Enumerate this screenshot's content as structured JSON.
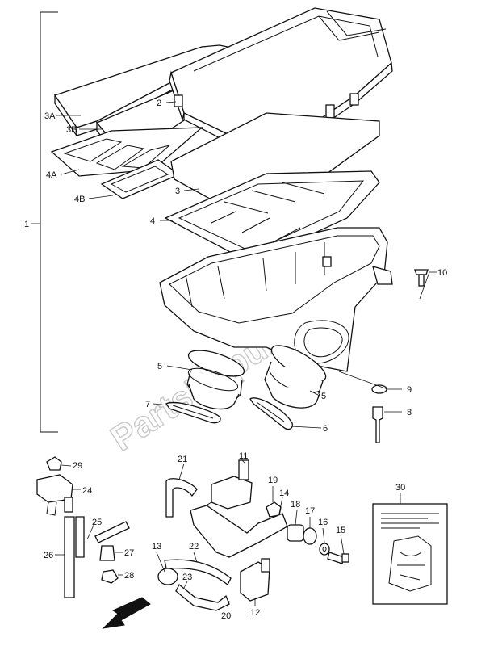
{
  "watermark": "PartsRepublik",
  "labels": {
    "l1": "1",
    "l2": "2",
    "l3A": "3A",
    "l3B": "3B",
    "l3": "3",
    "l4A": "4A",
    "l4B": "4B",
    "l4": "4",
    "l5a": "5",
    "l5b": "5",
    "l6": "6",
    "l7": "7",
    "l8": "8",
    "l9": "9",
    "l10": "10",
    "l11": "11",
    "l12": "12",
    "l13": "13",
    "l14": "14",
    "l15": "15",
    "l16": "16",
    "l17": "17",
    "l18": "18",
    "l19": "19",
    "l20": "20",
    "l21": "21",
    "l22": "22",
    "l23": "23",
    "l24": "24",
    "l25": "25",
    "l26": "26",
    "l27": "27",
    "l28": "28",
    "l29": "29",
    "l30": "30"
  },
  "icons": {
    "direction_arrow": "front-direction-arrow-icon",
    "instruction_label": "vacuum-hose-routing-label"
  }
}
